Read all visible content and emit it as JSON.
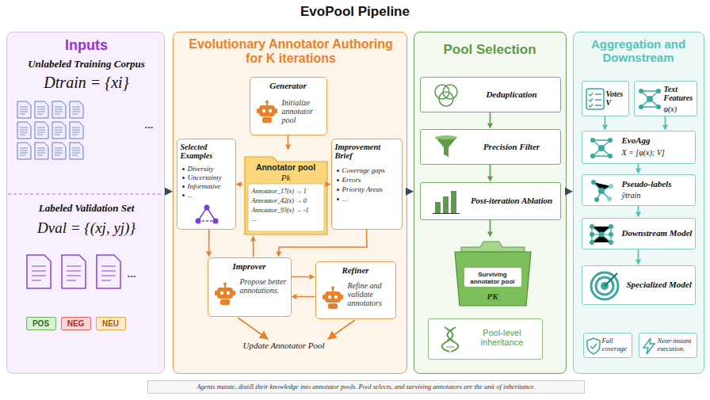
{
  "diagram": {
    "title": "EvoPool Pipeline",
    "caption": "Agents mutate, distill their knowledge into annotator pools. Pool selects, and surviving annotators are the unit of inheritance.",
    "nodes": [
      {
        "text": [
          "Inputs",
          "Unlabeled Training Corpus",
          "Dtrain = {xi}",
          "Labeled Validation Set",
          "Dval = {(xj, yj)}"
        ]
      },
      {
        "text": [
          "POS"
        ],
        "in": 0
      },
      {
        "text": [
          "NEG"
        ],
        "in": 0
      },
      {
        "text": [
          "NEU"
        ],
        "in": 0
      },
      {
        "text": [
          "Evolutionary Annotator Authoring for K iterations"
        ]
      },
      {
        "text": [
          "Generator",
          "Initialize annotator pool"
        ],
        "in": 4
      },
      {
        "text": [
          "Selected Examples",
          "Diversity",
          "Uncertainty",
          "Informative",
          "..."
        ],
        "in": 4
      },
      {
        "text": [
          "Annotator pool",
          "Pk",
          "Annotator_17(x) → 1",
          "Annotator_42(x) → 0",
          "Annotator_93(x) → -1",
          "..."
        ],
        "in": 4
      },
      {
        "text": [
          "Improvement Brief",
          "Coverage gaps",
          "Errors",
          "Priority Areas",
          "..."
        ],
        "in": 4
      },
      {
        "text": [
          "Improver",
          "Propose better annotations."
        ],
        "in": 4
      },
      {
        "text": [
          "Refiner",
          "Refine and validate annotators"
        ],
        "in": 4
      },
      {
        "text": [
          "Pool Selection"
        ]
      },
      {
        "text": [
          "Deduplication"
        ],
        "in": 11
      },
      {
        "text": [
          "Precision Filter"
        ],
        "in": 11
      },
      {
        "text": [
          "Post-iteration Ablation"
        ],
        "in": 11
      },
      {
        "text": [
          "Surviving annotator pool",
          "PK"
        ],
        "in": 11
      },
      {
        "text": [
          "Pool-level inheritance"
        ],
        "in": 11
      },
      {
        "text": [
          "Aggregation and Downstream"
        ]
      },
      {
        "text": [
          "Votes V"
        ],
        "in": 17
      },
      {
        "text": [
          "Text Features",
          "φ(x)"
        ],
        "in": 17
      },
      {
        "text": [
          "EvoAgg",
          "X = [φ(x); V]"
        ],
        "in": 17
      },
      {
        "text": [
          "Pseudo-labels",
          "ŷtrain"
        ],
        "in": 17
      },
      {
        "text": [
          "Downstream Model"
        ],
        "in": 17
      },
      {
        "text": [
          "Specialized Model"
        ],
        "in": 17
      },
      {
        "text": [
          "Full coverage"
        ],
        "in": 17
      },
      {
        "text": [
          "Near-instant execution."
        ],
        "in": 17
      }
    ],
    "edges": [
      {
        "from": 0,
        "to": 4,
        "arrow": "to"
      },
      {
        "from": 4,
        "to": 11,
        "arrow": "to"
      },
      {
        "from": 11,
        "to": 17,
        "arrow": "to"
      },
      {
        "from": 5,
        "to": 7,
        "arrow": "to"
      },
      {
        "from": 7,
        "to": 6,
        "arrow": "to"
      },
      {
        "from": 7,
        "to": 8,
        "arrow": "to"
      },
      {
        "from": 6,
        "to": 9,
        "arrow": "to"
      },
      {
        "from": 8,
        "to": 9,
        "arrow": "to"
      },
      {
        "from": 9,
        "to": 7,
        "arrow": "to"
      },
      {
        "from": 9,
        "to": 10,
        "arrow": "to"
      },
      {
        "from": 10,
        "to": 9,
        "arrow": "to"
      },
      {
        "from": 12,
        "to": 13,
        "arrow": "to"
      },
      {
        "from": 13,
        "to": 14,
        "arrow": "to"
      },
      {
        "from": 14,
        "to": 15,
        "arrow": "to"
      },
      {
        "from": 18,
        "to": 20,
        "arrow": "to"
      },
      {
        "from": 19,
        "to": 20,
        "arrow": "to"
      },
      {
        "from": 20,
        "to": 21,
        "arrow": "to"
      },
      {
        "from": 21,
        "to": 22,
        "arrow": "to"
      },
      {
        "from": 22,
        "to": 23,
        "arrow": "to"
      }
    ],
    "labels": [
      "...",
      "...",
      "Update Annotator Pool"
    ]
  }
}
